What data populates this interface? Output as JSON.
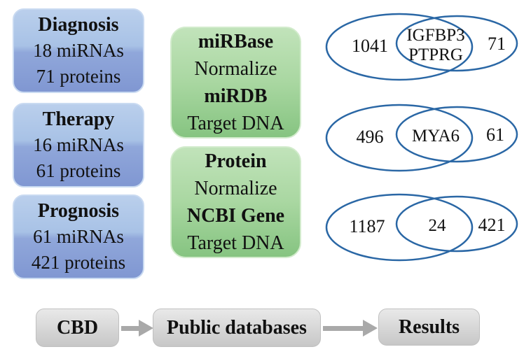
{
  "figure": {
    "left_boxes": [
      {
        "title": "Diagnosis",
        "line1": "18 miRNAs",
        "line2": "71 proteins"
      },
      {
        "title": "Therapy",
        "line1": "16 miRNAs",
        "line2": "61 proteins"
      },
      {
        "title": "Prognosis",
        "line1": "61 miRNAs",
        "line2": "421 proteins"
      }
    ],
    "process_boxes": [
      {
        "line1": "miRBase",
        "line2": "Normalize",
        "line3": "miRDB",
        "line4": "Target DNA"
      },
      {
        "line1": "Protein",
        "line2": "Normalize",
        "line3": "NCBI Gene",
        "line4": "Target DNA"
      }
    ],
    "venn_diagrams": [
      {
        "left_count": "1041",
        "overlap_line1": "IGFBP3",
        "overlap_line2": "PTPRG",
        "right_count": "71"
      },
      {
        "left_count": "496",
        "overlap_line1": "MYA6",
        "overlap_line2": "",
        "right_count": "61"
      },
      {
        "left_count": "1187",
        "overlap_line1": "24",
        "overlap_line2": "",
        "right_count": "421"
      }
    ],
    "flow": {
      "steps": [
        "CBD",
        "Public databases",
        "Results"
      ]
    },
    "colors": {
      "venn_stroke": "#2a67a5",
      "arrow_gray": "#a9a9a9",
      "blue_box_top": "#bacfec",
      "blue_box_bottom": "#8097d2",
      "green_box_top": "#c1e3ba",
      "green_box_bottom": "#86c481",
      "flow_box_gray": "#d6d6d6"
    }
  }
}
